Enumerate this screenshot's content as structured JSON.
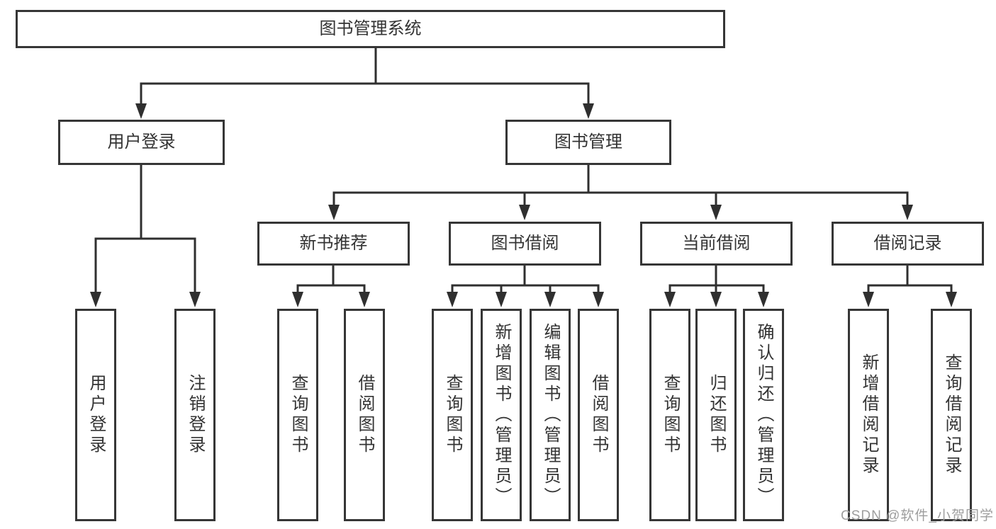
{
  "diagram": {
    "root": "图书管理系统",
    "branches": [
      {
        "label": "用户登录",
        "leaves": [
          "用户登录",
          "注销登录"
        ]
      },
      {
        "label": "图书管理",
        "groups": [
          {
            "label": "新书推荐",
            "leaves": [
              "查询图书",
              "借阅图书"
            ]
          },
          {
            "label": "图书借阅",
            "leaves": [
              "查询图书",
              "新增图书（管理员）",
              "编辑图书（管理员）",
              "借阅图书"
            ]
          },
          {
            "label": "当前借阅",
            "leaves": [
              "查询图书",
              "归还图书",
              "确认归还（管理员）"
            ]
          },
          {
            "label": "借阅记录",
            "leaves": [
              "新增借阅记录",
              "查询借阅记录"
            ]
          }
        ]
      }
    ]
  },
  "watermark": "CSDN @软件_小贺同学",
  "colors": {
    "line": "#2f2f2f",
    "border": "#363636",
    "text": "#333333",
    "watermark_text": "#9e9e9e",
    "background": "#ffffff"
  }
}
